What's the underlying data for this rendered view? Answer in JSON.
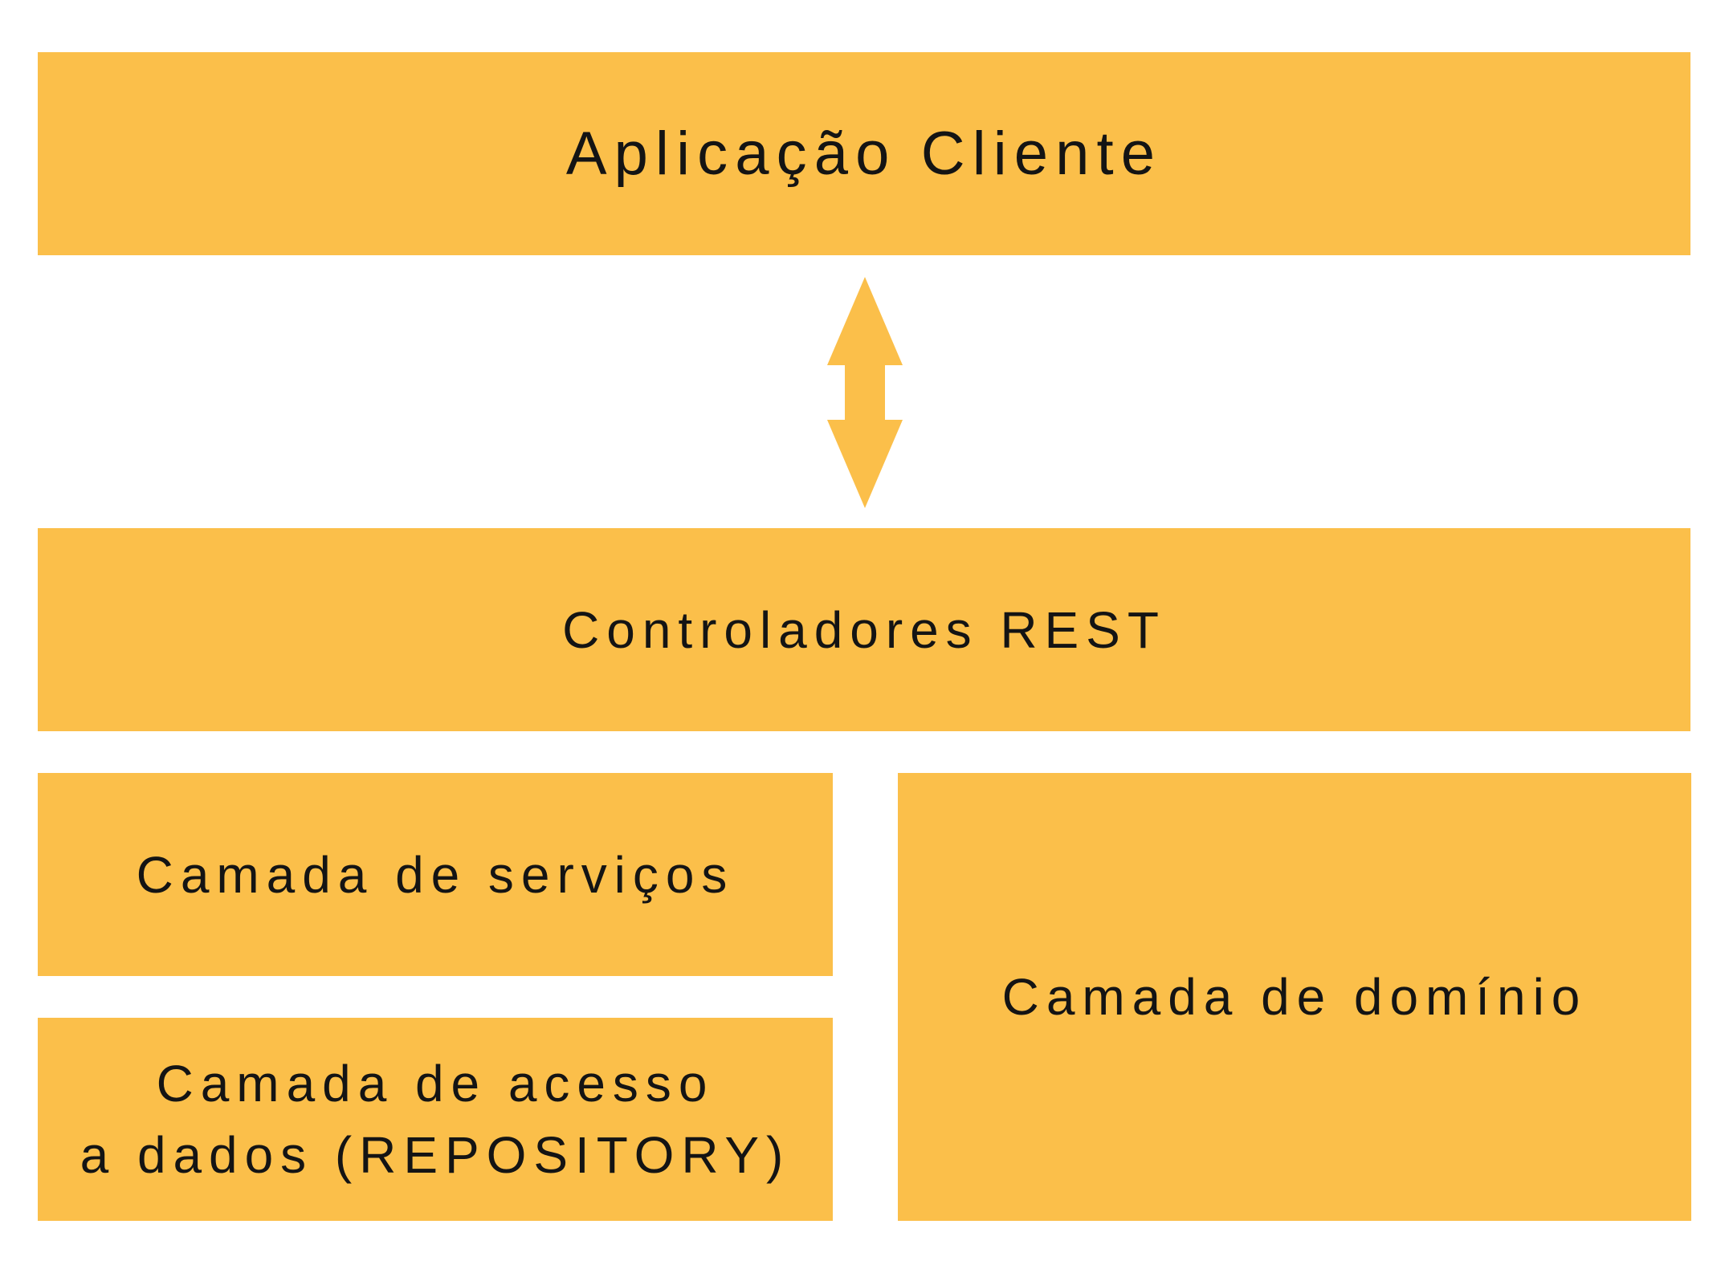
{
  "diagram": {
    "fill_color": "#FBBF4A",
    "text_color": "#141414",
    "layers": {
      "client": "Aplicação Cliente",
      "rest": "Controladores REST",
      "services": "Camada de serviços",
      "data_access_line1": "Camada de acesso",
      "data_access_line2": "a dados (REPOSITORY)",
      "domain": "Camada de domínio"
    },
    "connector": {
      "icon": "double-headed-vertical-arrow-icon"
    }
  }
}
